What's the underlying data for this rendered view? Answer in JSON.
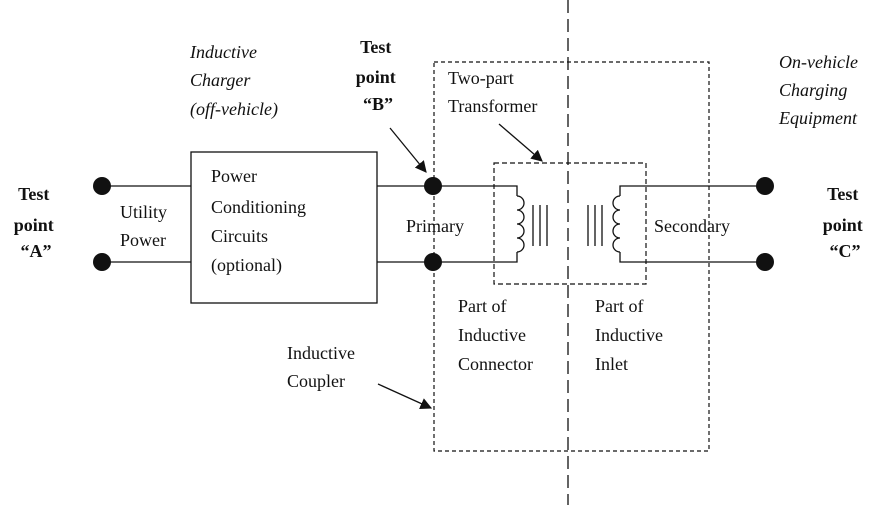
{
  "labels": {
    "test_point_a": [
      "Test",
      "point",
      "“A”"
    ],
    "test_point_b": [
      "Test",
      "point",
      "“B”"
    ],
    "test_point_c": [
      "Test",
      "point",
      "“C”"
    ],
    "inductive_charger": [
      "Inductive",
      "Charger",
      "(off-vehicle)"
    ],
    "on_vehicle_equipment": [
      "On-vehicle",
      "Charging",
      "Equipment"
    ],
    "utility_power": [
      "Utility",
      "Power"
    ],
    "power_conditioning": [
      "Power",
      "Conditioning",
      "Circuits",
      "(optional)"
    ],
    "two_part_transformer": [
      "Two-part",
      "Transformer"
    ],
    "primary": [
      "Primary"
    ],
    "secondary": [
      "Secondary"
    ],
    "part_inductive_connector": [
      "Part of",
      "Inductive",
      "Connector"
    ],
    "part_inductive_inlet": [
      "Part of",
      "Inductive",
      "Inlet"
    ],
    "inductive_coupler": [
      "Inductive",
      "Coupler"
    ]
  },
  "colors": {
    "ink": "#111111",
    "background": "#ffffff"
  }
}
